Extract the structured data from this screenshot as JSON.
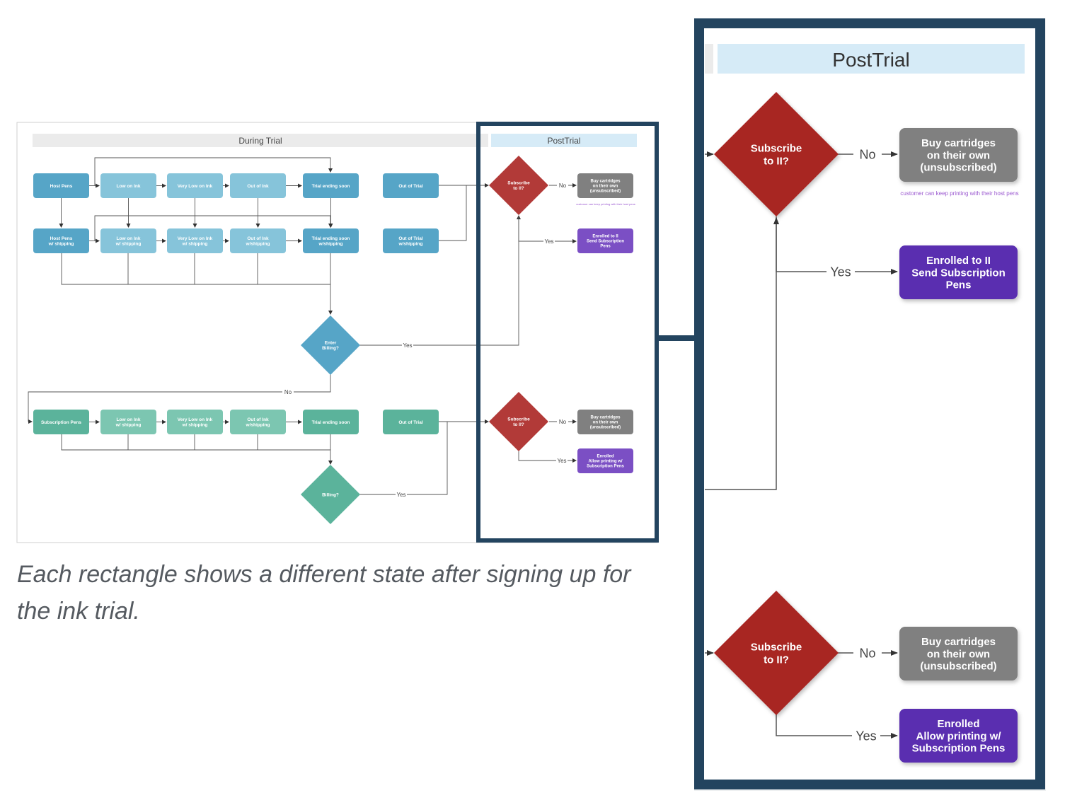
{
  "overview": {
    "during_trial_header": "During Trial",
    "posttrial_header": "PostTrial",
    "row1": [
      "Host Pens",
      "Low on Ink",
      "Very Low on Ink",
      "Out of Ink",
      "Trial ending soon",
      "Out of Trial"
    ],
    "row2": [
      [
        "Host Pens",
        "w/ shipping"
      ],
      [
        "Low on Ink",
        "w/ shipping"
      ],
      [
        "Very Low on Ink",
        "w/ shipping"
      ],
      [
        "Out of Ink",
        "w/shipping"
      ],
      [
        "Trial ending soon",
        "w/shipping"
      ],
      [
        "Out of Trial",
        "w/shipping"
      ]
    ],
    "row3": [
      [
        "Subscription Pens"
      ],
      [
        "Low on Ink",
        "w/ shipping"
      ],
      [
        "Very Low on Ink",
        "w/ shipping"
      ],
      [
        "Out of Ink",
        "w/shipping"
      ],
      [
        "Trial ending soon"
      ],
      [
        "Out of Trial"
      ]
    ],
    "enter_billing": [
      "Enter",
      "Billing?"
    ],
    "billing": [
      "Billing?"
    ],
    "label_yes": "Yes",
    "label_no": "No",
    "subscribe": [
      "Subscribe",
      "to II?"
    ],
    "buy_cartridges": [
      "Buy cartridges",
      "on their own",
      "(unsubscribed)"
    ],
    "note": "customer can keep printing with their host pens",
    "enrolled_send": [
      "Enrolled to II",
      "Send Subscription",
      "Pens"
    ],
    "enrolled_allow": [
      "Enrolled",
      "Allow printing w/",
      "Subscription Pens"
    ]
  },
  "zoom": {
    "header": "PostTrial",
    "subscribe": [
      "Subscribe",
      "to II?"
    ],
    "buy_cartridges": [
      "Buy cartridges",
      "on their own",
      "(unsubscribed)"
    ],
    "note": "customer can keep printing with their host pens",
    "enrolled_send": [
      "Enrolled to II",
      "Send Subscription",
      "Pens"
    ],
    "enrolled_allow": [
      "Enrolled",
      "Allow printing w/",
      "Subscription Pens"
    ],
    "label_yes": "Yes",
    "label_no": "No"
  },
  "caption": "Each rectangle shows a different state after signing up for the ink trial.",
  "colors": {
    "blue_dark": "#56a5c7",
    "blue_light": "#86c4da",
    "teal_dark": "#5bb39b",
    "teal_light": "#7cc6b1",
    "red": "#b23a38",
    "red_dark": "#a82624",
    "gray": "#808080",
    "purple": "#7b4fc4",
    "purple_dark": "#5a2fb0",
    "frame": "#23445f",
    "posttrial_header_bg": "#d6ebf7",
    "during_header_bg": "#ebebeb"
  },
  "icons": {
    "arrow": "arrow-head-icon"
  }
}
